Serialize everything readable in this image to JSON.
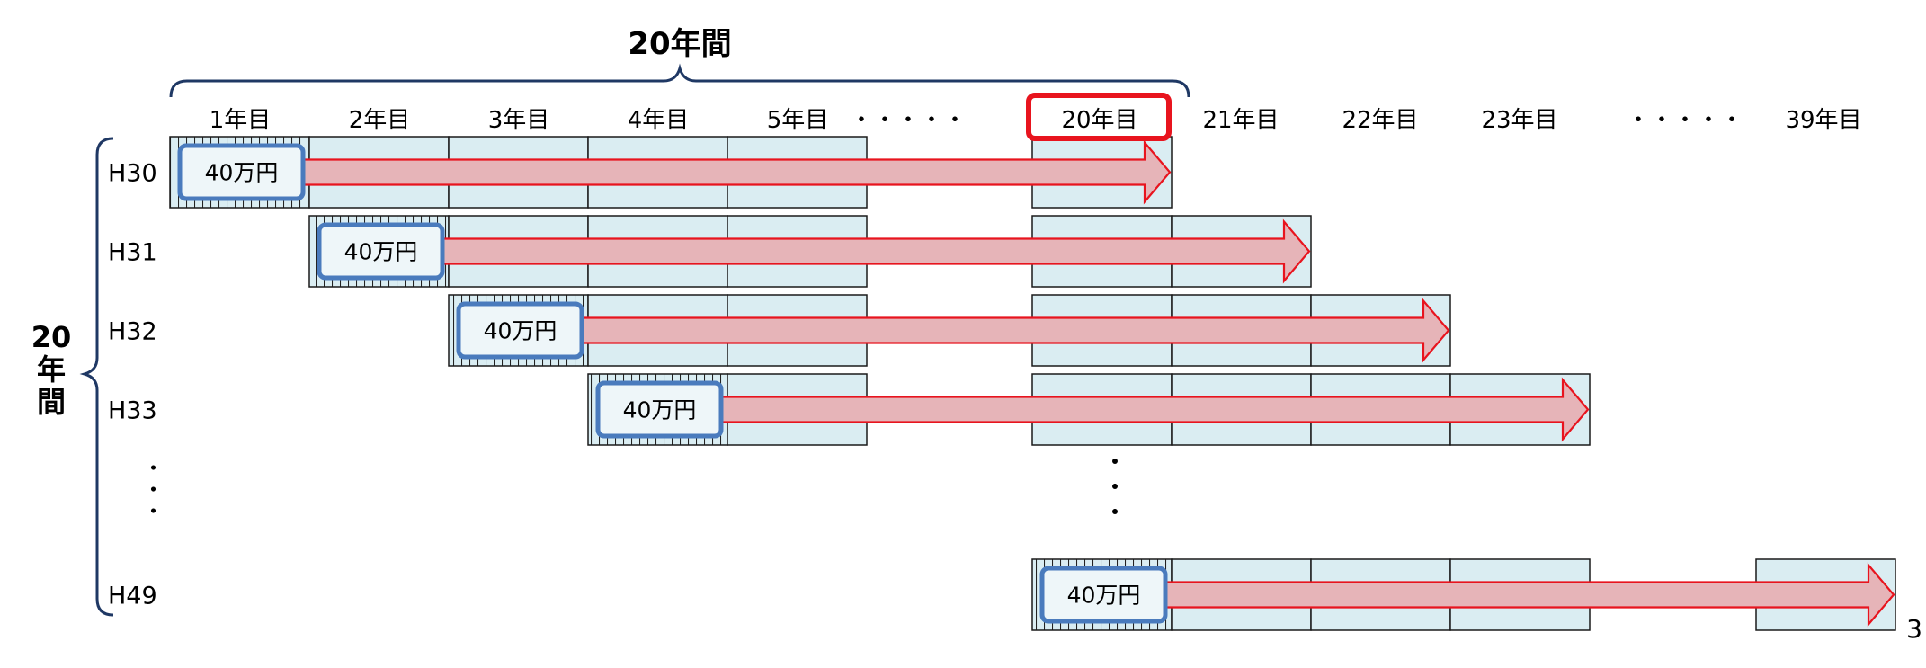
{
  "top_label": "20年間",
  "side_label_lines": [
    "20",
    "年",
    "間"
  ],
  "headers": [
    "1年目",
    "2年目",
    "3年目",
    "4年目",
    "5年目",
    "・・・・・",
    "20年目",
    "21年目",
    "22年目",
    "23年目",
    "・・・・・",
    "39年目"
  ],
  "highlighted_header_index": 6,
  "rows": [
    {
      "label": "H30",
      "start_year": 1,
      "visible_years": [
        1,
        2,
        3,
        4,
        5,
        20
      ],
      "amount": "40万円"
    },
    {
      "label": "H31",
      "start_year": 2,
      "visible_years": [
        2,
        3,
        4,
        5,
        20,
        21
      ],
      "amount": "40万円"
    },
    {
      "label": "H32",
      "start_year": 3,
      "visible_years": [
        3,
        4,
        5,
        20,
        21,
        22
      ],
      "amount": "40万円"
    },
    {
      "label": "H33",
      "start_year": 4,
      "visible_years": [
        4,
        5,
        20,
        21,
        22,
        23
      ],
      "amount": "40万円"
    },
    {
      "label": "H49",
      "start_year": 20,
      "visible_years": [
        20,
        21,
        22,
        23,
        39
      ],
      "amount": "40万円"
    }
  ],
  "row_ellipsis": "・・・",
  "column_ellipsis": "・・・",
  "page_number": "3",
  "colors": {
    "cell_fill": "#daedf2",
    "cell_stroke": "#1a1a1a",
    "arrow_fill": "#e6b4b8",
    "arrow_stroke": "#e8141e",
    "amount_box_stroke": "#4a7bbd",
    "brace_stroke": "#1f3864",
    "highlight_stroke": "#e8141e"
  }
}
